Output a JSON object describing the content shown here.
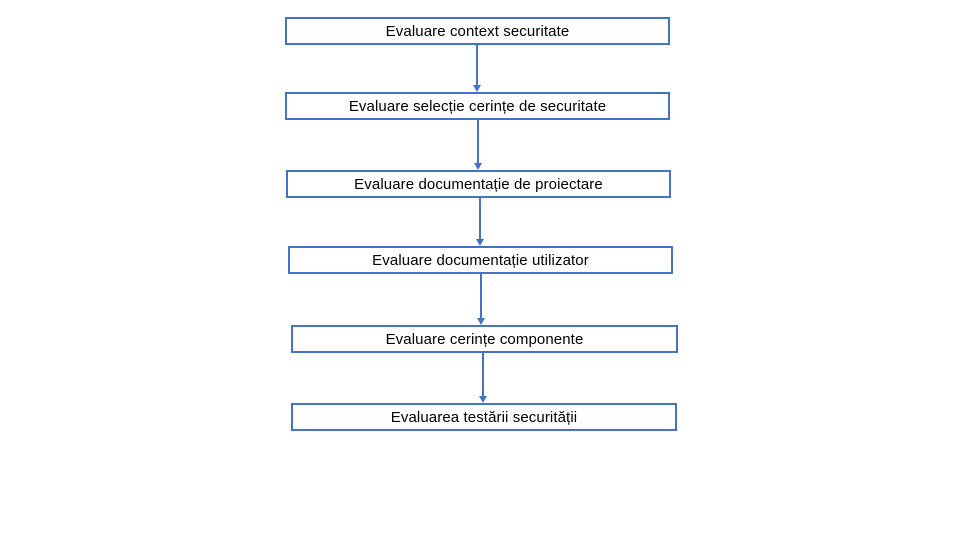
{
  "flowchart": {
    "type": "vertical-process-flow",
    "steps": [
      {
        "label": "Evaluare context securitate"
      },
      {
        "label": "Evaluare selecție cerințe de securitate"
      },
      {
        "label": "Evaluare documentație de proiectare"
      },
      {
        "label": "Evaluare documentație utilizator"
      },
      {
        "label": "Evaluare cerințe componente"
      },
      {
        "label": "Evaluarea testării securității"
      }
    ],
    "connections": [
      {
        "from": 0,
        "to": 1
      },
      {
        "from": 1,
        "to": 2
      },
      {
        "from": 2,
        "to": 3
      },
      {
        "from": 3,
        "to": 4
      },
      {
        "from": 4,
        "to": 5
      }
    ],
    "colors": {
      "box_border": "#4472C4",
      "box_fill": "#FFFFFF",
      "arrow": "#4472C4",
      "text": "#000000",
      "background": "#FFFFFF"
    }
  }
}
